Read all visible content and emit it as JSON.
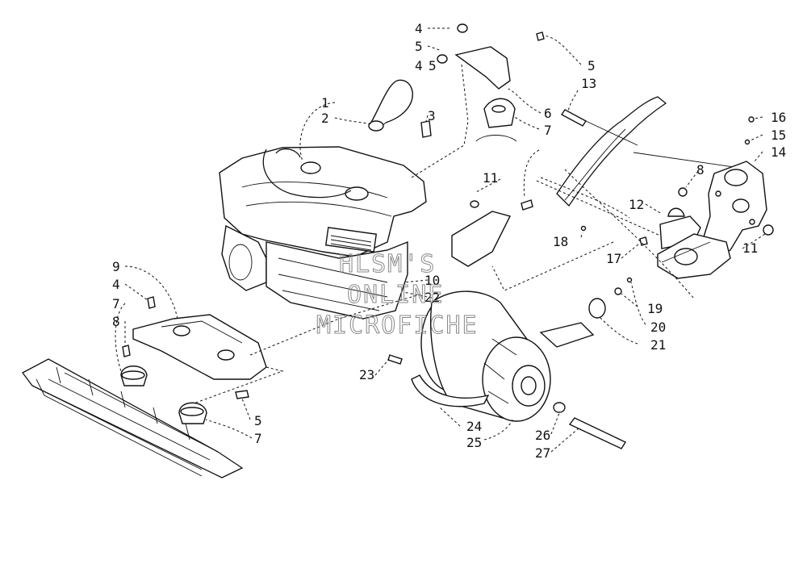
{
  "watermark": {
    "line1": "HLSM'S",
    "line2": "ONLINE",
    "line3": "MICROFICHE"
  },
  "callouts": [
    "1",
    "2",
    "3",
    "4",
    "5",
    "4",
    "5",
    "5",
    "6",
    "7",
    "13",
    "16",
    "15",
    "14",
    "8",
    "12",
    "11",
    "18",
    "11",
    "17",
    "10",
    "22",
    "19",
    "20",
    "21",
    "9",
    "4",
    "7",
    "8",
    "23",
    "24",
    "25",
    "26",
    "27",
    "5",
    "7"
  ]
}
